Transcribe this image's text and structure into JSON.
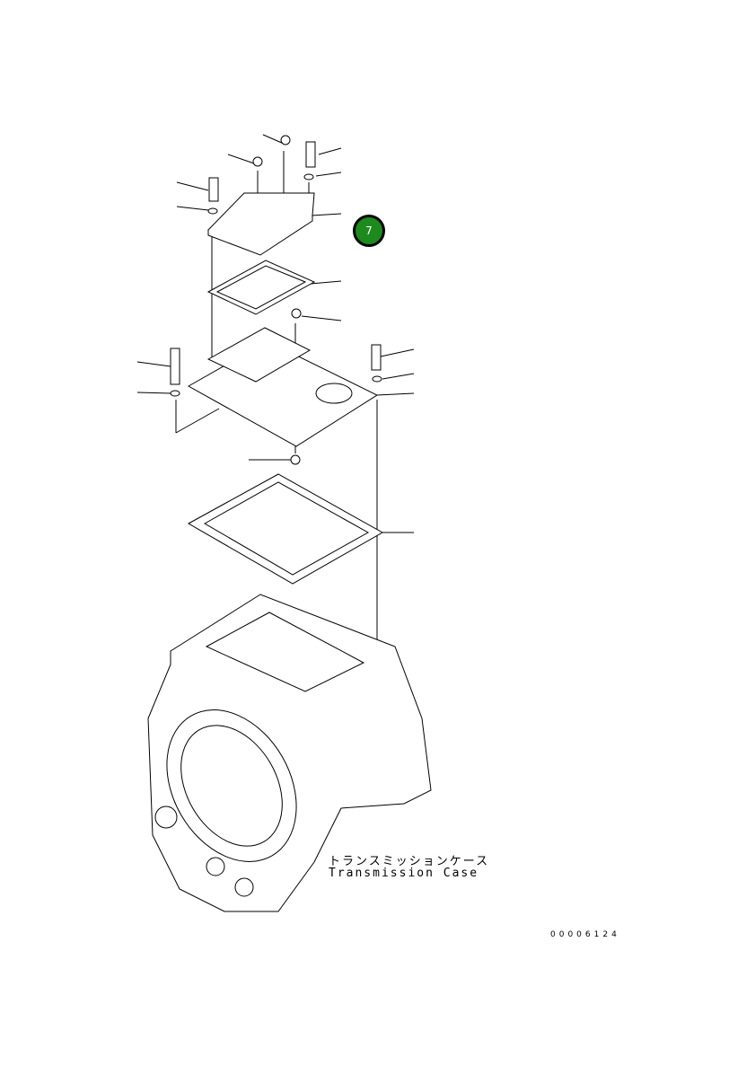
{
  "diagram": {
    "title_jp": "トランスミッションケース",
    "title_en": "Transmission Case",
    "drawing_number": "00006124",
    "badge": {
      "label": "7",
      "color": "#1d8a1d"
    }
  }
}
